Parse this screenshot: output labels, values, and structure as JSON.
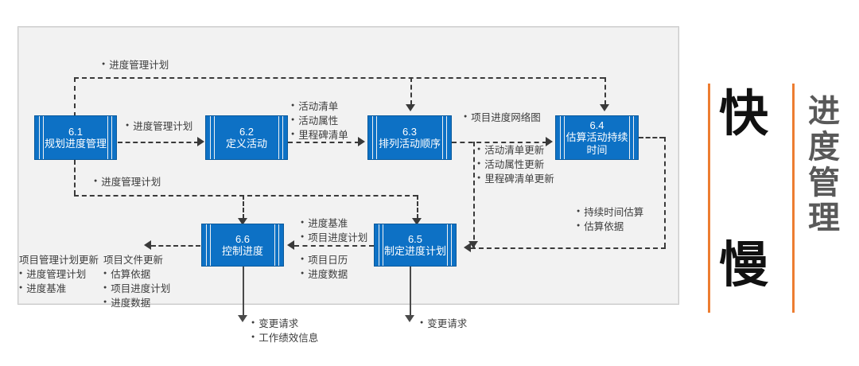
{
  "diagram": {
    "title_chars": {
      "fast": "快",
      "slow": "慢"
    },
    "side_title": "进度管理",
    "accent_color": "#ed7d31",
    "box_color": "#0d71c5",
    "panel_bg": "#f2f2f2",
    "boxes": [
      {
        "id": "6.1",
        "name": "规划进度管理"
      },
      {
        "id": "6.2",
        "name": "定义活动"
      },
      {
        "id": "6.3",
        "name": "排列活动顺序"
      },
      {
        "id": "6.4",
        "name": "估算活动持续",
        "name2": "时间"
      },
      {
        "id": "6.5",
        "name": "制定进度计划"
      },
      {
        "id": "6.6",
        "name": "控制进度"
      }
    ],
    "labels": {
      "top_feedback": [
        "进度管理计划"
      ],
      "p61_to_p62": [
        "进度管理计划"
      ],
      "p61_down_feedback": [
        "进度管理计划"
      ],
      "p62_to_p63": [
        "活动清单",
        "活动属性",
        "里程碑清单"
      ],
      "p63_to_p64": [
        "项目进度网络图"
      ],
      "p63_updates": [
        "活动清单更新",
        "活动属性更新",
        "里程碑清单更新"
      ],
      "p64_outputs": [
        "持续时间估算",
        "估算依据"
      ],
      "p65_to_p66_top": [
        "进度基准",
        "项目进度计划"
      ],
      "p65_to_p66_bottom": [
        "项目日历",
        "进度数据"
      ],
      "pm_plan_updates_header": "项目管理计划更新",
      "pm_plan_updates": [
        "进度管理计划",
        "进度基准"
      ],
      "project_docs_header": "项目文件更新",
      "project_docs": [
        "估算依据",
        "项目进度计划",
        "进度数据"
      ],
      "p66_bottom_out": [
        "变更请求",
        "工作绩效信息"
      ],
      "p65_bottom_out": [
        "变更请求"
      ]
    }
  }
}
